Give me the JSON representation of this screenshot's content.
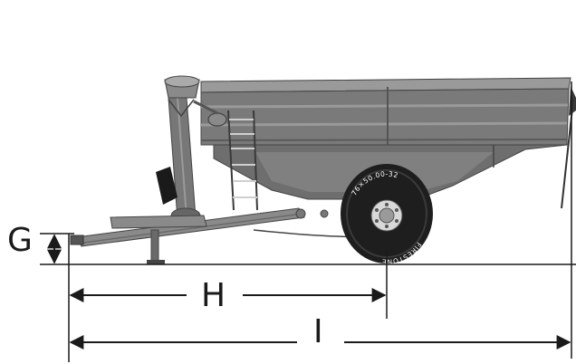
{
  "diagram": {
    "subject": "grain-cart",
    "colors": {
      "body": "#7a7a7a",
      "body_dark": "#555555",
      "body_light": "#9a9a9a",
      "tire": "#1e1e1e",
      "rim": "#d8d8d8",
      "line": "#1a1a1a"
    },
    "dimensions": {
      "g": {
        "label": "G"
      },
      "h": {
        "label": "H"
      },
      "i": {
        "label": "I"
      }
    },
    "tire": {
      "size_text": "76×50.00-32",
      "brand_text": "FIRESTONE"
    }
  }
}
